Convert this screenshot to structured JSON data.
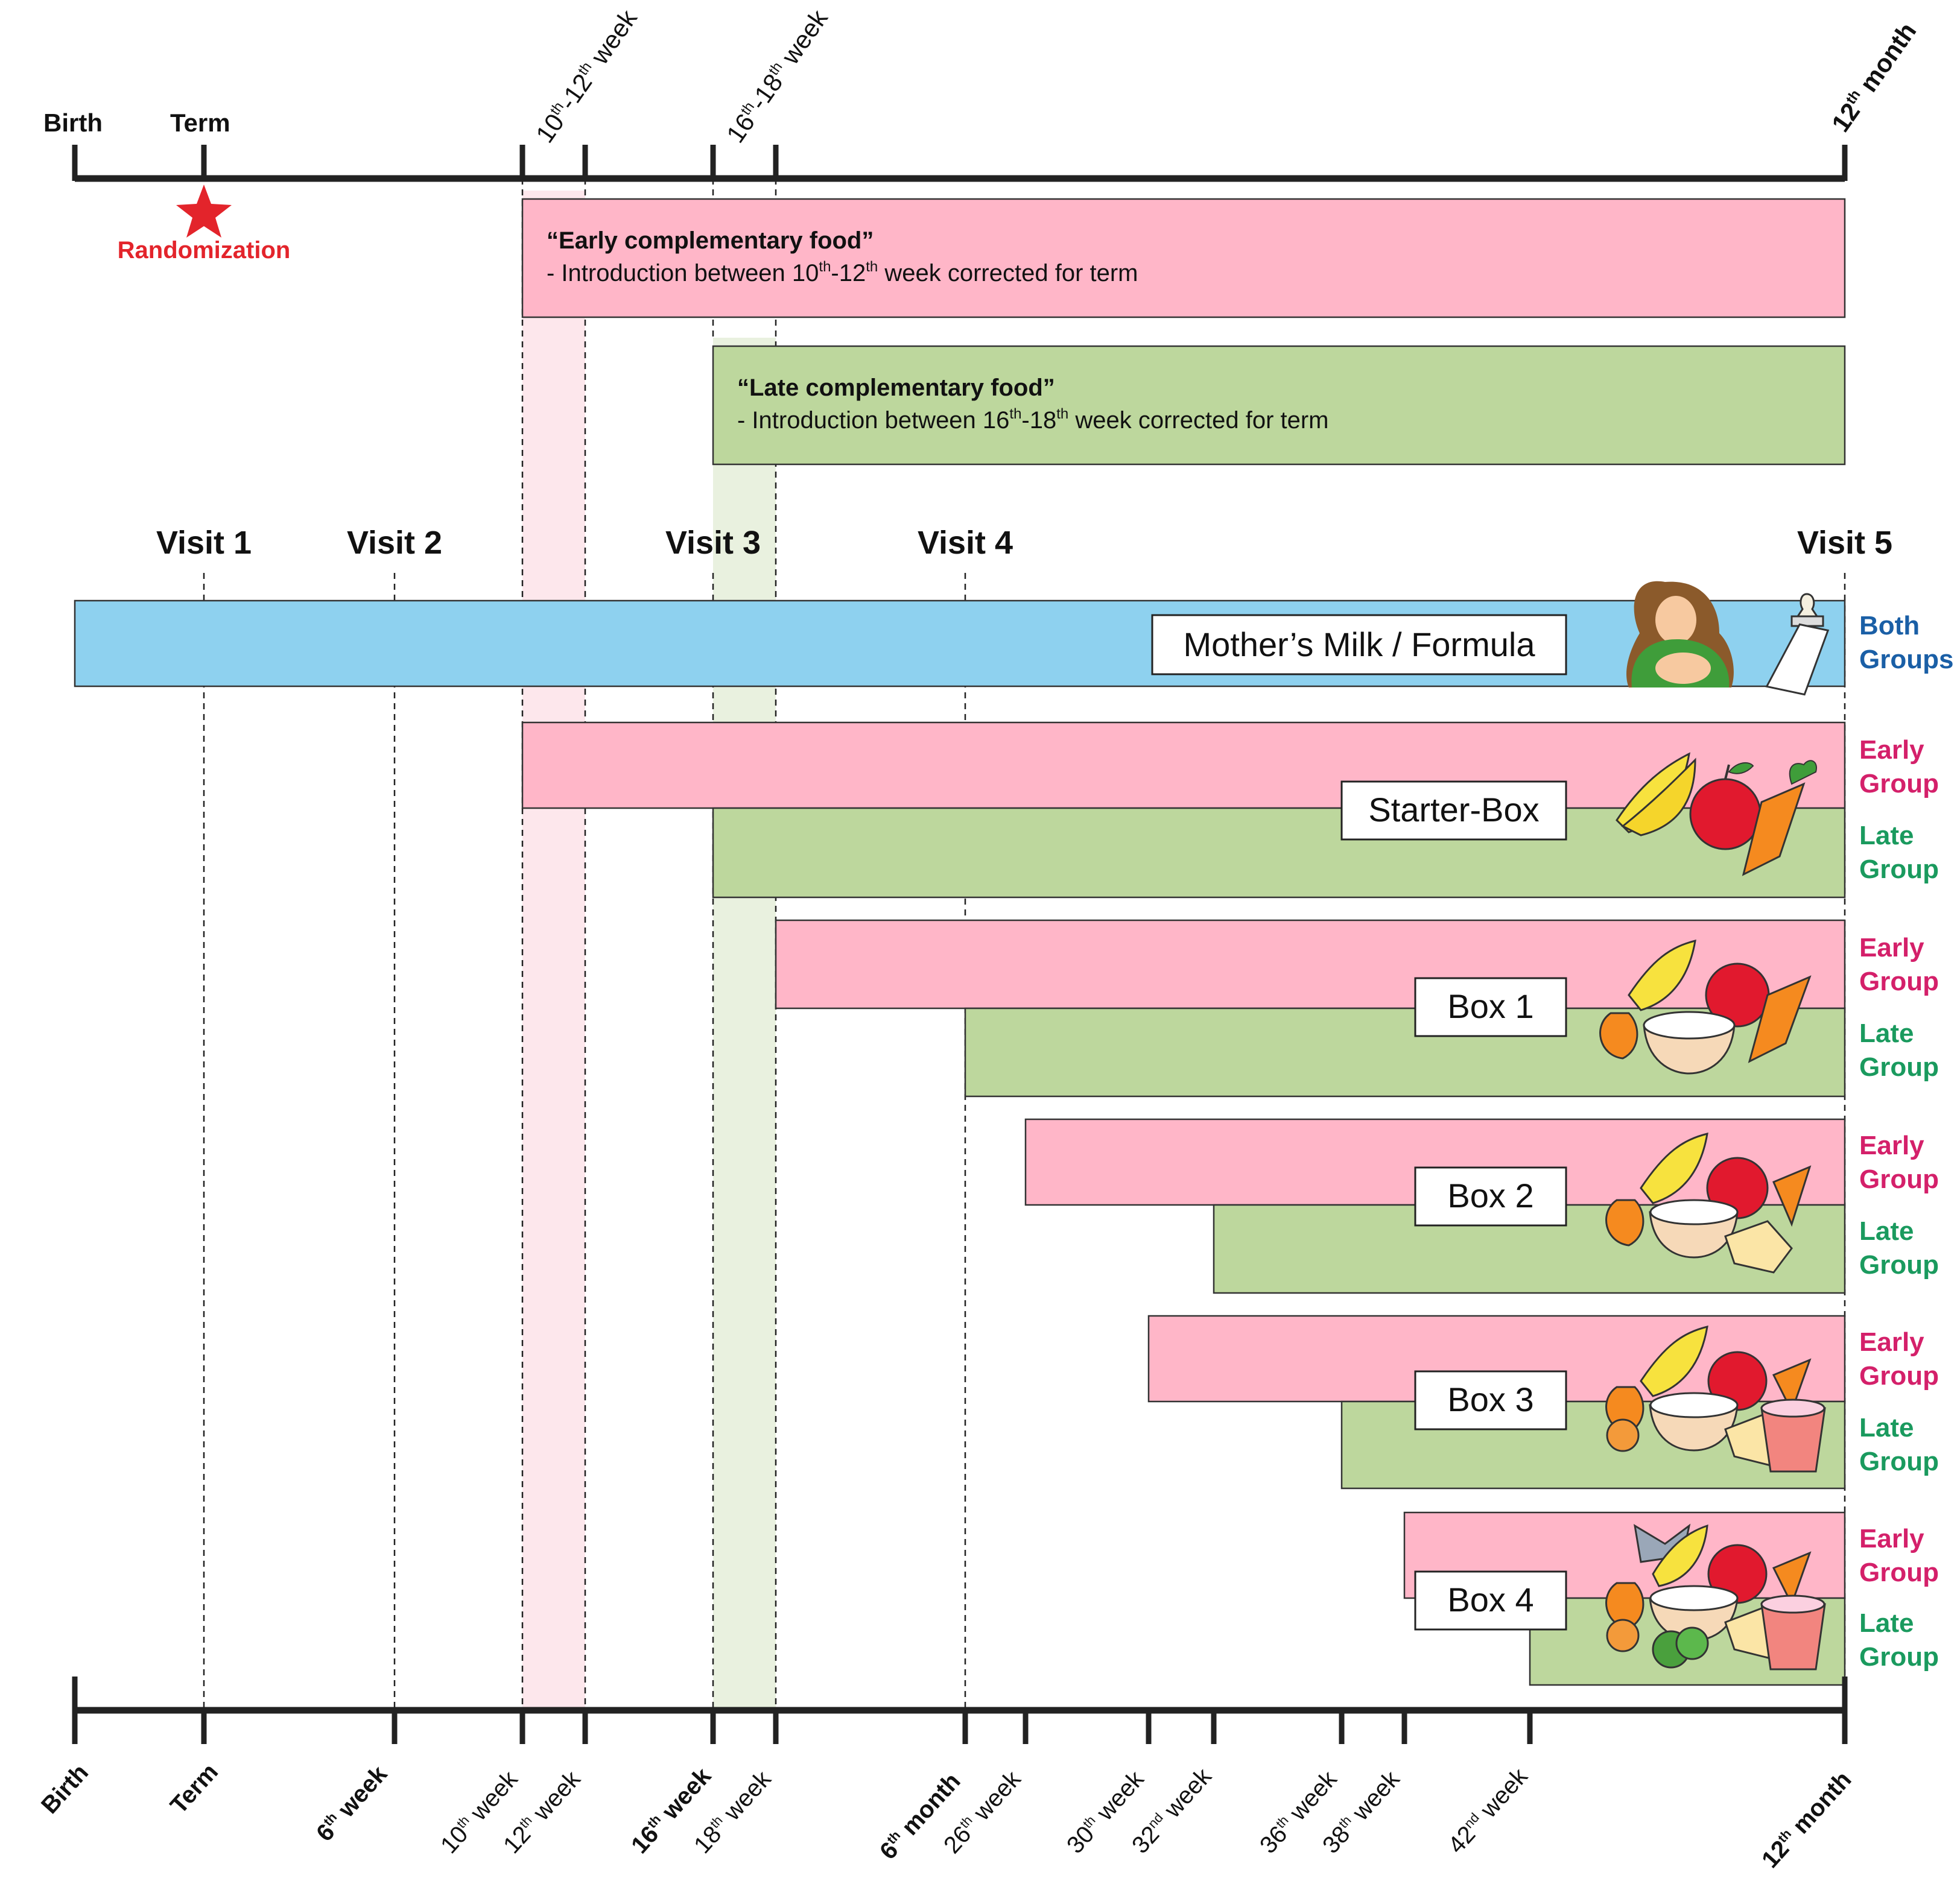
{
  "top_axis": {
    "labels": {
      "birth": "Birth",
      "term": "Term",
      "w10_12_pre": "10",
      "w10_12_sup1": "th",
      "w10_12_mid": "-12",
      "w10_12_sup2": "th",
      "w10_12_post": " week",
      "w16_18_pre": "16",
      "w16_18_sup1": "th",
      "w16_18_mid": "-18",
      "w16_18_sup2": "th",
      "w16_18_post": " week",
      "m12_pre": "12",
      "m12_sup": "th",
      "m12_post": " month"
    },
    "randomization": "Randomization"
  },
  "phase_bars": {
    "early": {
      "title": "“Early complementary food”",
      "desc_pre": "- Introduction between 10",
      "desc_sup1": "th",
      "desc_mid": "-12",
      "desc_sup2": "th",
      "desc_post": " week corrected for term"
    },
    "late": {
      "title": "“Late complementary food”",
      "desc_pre": "- Introduction between 16",
      "desc_sup1": "th",
      "desc_mid": "-18",
      "desc_sup2": "th",
      "desc_post": " week corrected for term"
    }
  },
  "visits": [
    "Visit 1",
    "Visit 2",
    "Visit 3",
    "Visit 4",
    "Visit 5"
  ],
  "rows": {
    "milk": {
      "label": "Mother’s Milk / Formula",
      "group_line1": "Both",
      "group_line2": "Groups"
    },
    "starter": {
      "label": "Starter-Box"
    },
    "box1": {
      "label": "Box 1"
    },
    "box2": {
      "label": "Box 2"
    },
    "box3": {
      "label": "Box 3"
    },
    "box4": {
      "label": "Box 4"
    },
    "early_line1": "Early",
    "early_line2": "Group",
    "late_line1": "Late",
    "late_line2": "Group"
  },
  "bottom_axis": {
    "birth": "Birth",
    "term": "Term",
    "w6": {
      "num": "6",
      "sup": "th",
      "word": " week"
    },
    "w10": {
      "num": "10",
      "sup": "th",
      "word": " week"
    },
    "w12": {
      "num": "12",
      "sup": "th",
      "word": " week"
    },
    "w16": {
      "num": "16",
      "sup": "th",
      "word": " week"
    },
    "w18": {
      "num": "18",
      "sup": "th",
      "word": " week"
    },
    "m6": {
      "num": "6",
      "sup": "th",
      "word": " month"
    },
    "w26": {
      "num": "26",
      "sup": "th",
      "word": " week"
    },
    "w30": {
      "num": "30",
      "sup": "th",
      "word": " week"
    },
    "w32": {
      "num": "32",
      "sup": "nd",
      "word": " week"
    },
    "w36": {
      "num": "36",
      "sup": "th",
      "word": " week"
    },
    "w38": {
      "num": "38",
      "sup": "th",
      "word": " week"
    },
    "w42": {
      "num": "42",
      "sup": "nd",
      "word": " week"
    },
    "m12": {
      "num": "12",
      "sup": "th",
      "word": " month"
    }
  },
  "colors": {
    "pink": "#ffb6c8",
    "green": "#bdd79d",
    "blue": "#8ed1ef",
    "early_text": "#d4206a",
    "late_text": "#1a9a5e",
    "both_text": "#1a5fa6",
    "randomization": "#e3242b"
  },
  "icons": [
    "mother-nursing-icon",
    "baby-bottle-icon",
    "fruit-icon",
    "bowl-icon",
    "pasta-icon",
    "yogurt-cup-icon",
    "cookie-icon",
    "broccoli-icon",
    "fish-icon"
  ]
}
